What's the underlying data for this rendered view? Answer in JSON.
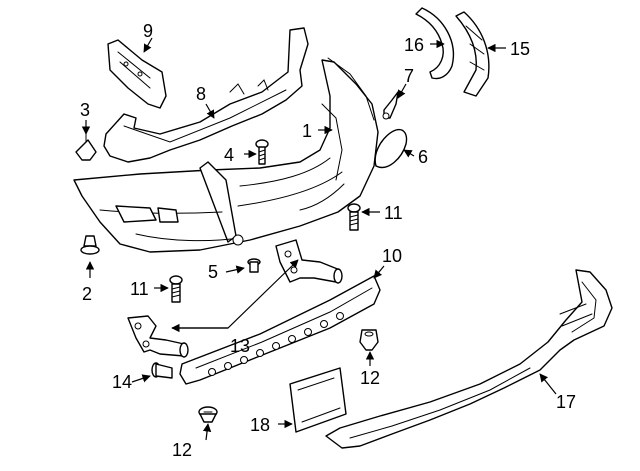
{
  "callouts": {
    "c1": "1",
    "c2": "2",
    "c3": "3",
    "c4": "4",
    "c5": "5",
    "c6": "6",
    "c7": "7",
    "c8": "8",
    "c9": "9",
    "c10": "10",
    "c11a": "11",
    "c11b": "11",
    "c12a": "12",
    "c12b": "12",
    "c13": "13",
    "c14": "14",
    "c15": "15",
    "c16": "16",
    "c17": "17",
    "c18": "18"
  },
  "colors": {
    "line": "#000000",
    "background": "#ffffff"
  }
}
